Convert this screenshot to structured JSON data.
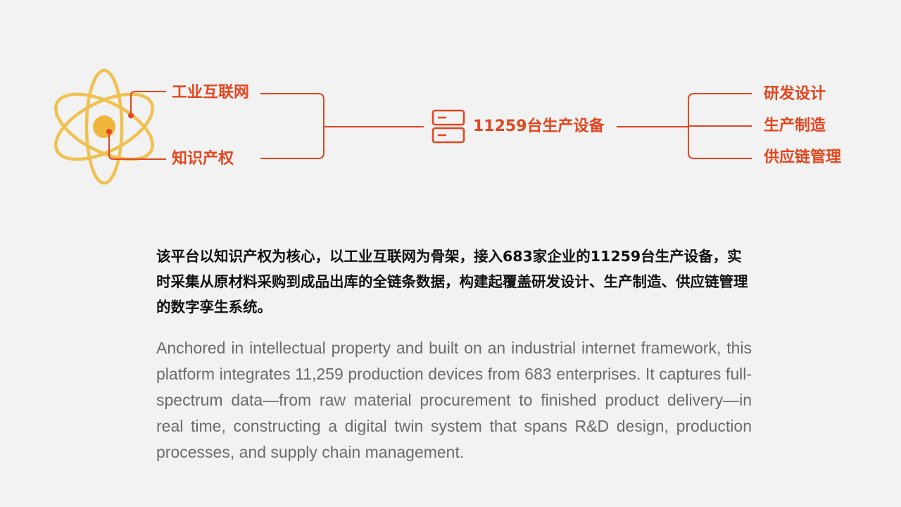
{
  "diagram": {
    "inputs": [
      {
        "label": "工业互联网"
      },
      {
        "label": "知识产权"
      }
    ],
    "center": {
      "label": "11259台生产设备"
    },
    "outputs": [
      {
        "label": "研发设计"
      },
      {
        "label": "生产制造"
      },
      {
        "label": "供应链管理"
      }
    ],
    "colors": {
      "accent": "#e2461f",
      "atom": "#f0c150",
      "atom_core": "#efb63e"
    },
    "icons": {
      "source": "atom-icon",
      "center": "server-icon"
    }
  },
  "text": {
    "zh": "该平台以知识产权为核心，以工业互联网为骨架，接入683家企业的11259台生产设备，实时采集从原材料采购到成品出库的全链条数据，构建起覆盖研发设计、生产制造、供应链管理的数字孪生系统。",
    "en": "Anchored in intellectual property and built on an industrial internet framework, this platform integrates 11,259 production devices from 683 enterprises. It captures full-spectrum data—from raw material procurement to finished product delivery—in real time, constructing a digital twin system that spans R&D design, production processes, and supply chain management."
  }
}
